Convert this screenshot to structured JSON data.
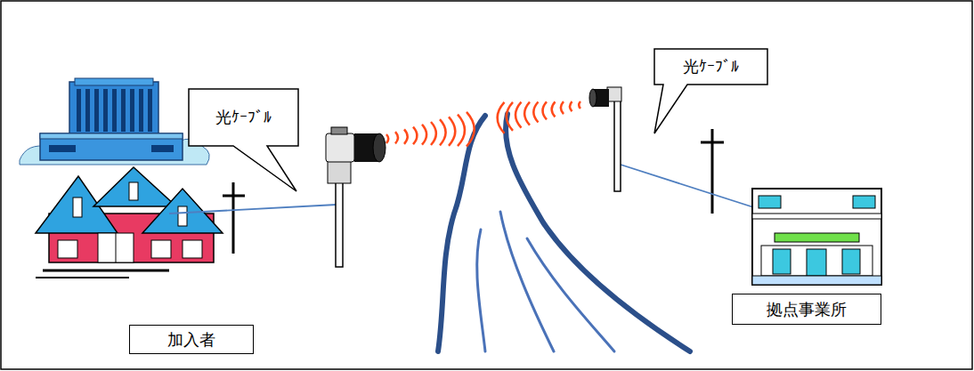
{
  "diagram": {
    "nodes": [
      {
        "text": [
          "光ｹｰﾌﾞﾙ"
        ]
      },
      {
        "text": [
          "光ｹｰﾌﾞﾙ"
        ]
      },
      {
        "text": [
          "加入者"
        ]
      },
      {
        "text": [
          "拠点事業所"
        ]
      }
    ]
  }
}
